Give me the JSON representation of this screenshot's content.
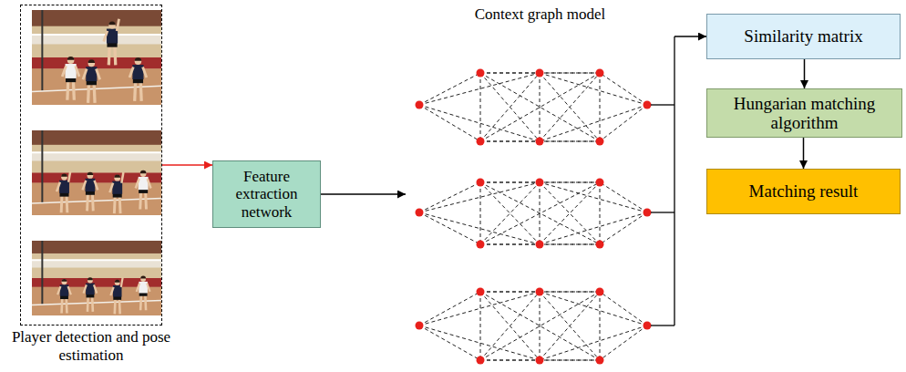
{
  "diagram": {
    "nodes": [
      {
        "text": [
          "Player detection and pose estimation"
        ]
      },
      {
        "text": [
          "Feature extraction network"
        ]
      },
      {
        "text": [
          "Context graph model"
        ]
      },
      {
        "text": [
          "Similarity matrix"
        ]
      },
      {
        "text": [
          "Hungarian matching algorithm"
        ]
      },
      {
        "text": [
          "Matching result"
        ]
      }
    ],
    "edges": [
      {
        "from": 0,
        "to": 1,
        "arrow": "to"
      },
      {
        "from": 1,
        "to": 2,
        "arrow": "to"
      },
      {
        "from": 2,
        "to": 3,
        "arrow": "to"
      },
      {
        "from": 3,
        "to": 4,
        "arrow": "to"
      },
      {
        "from": 4,
        "to": 5,
        "arrow": "to"
      }
    ]
  }
}
